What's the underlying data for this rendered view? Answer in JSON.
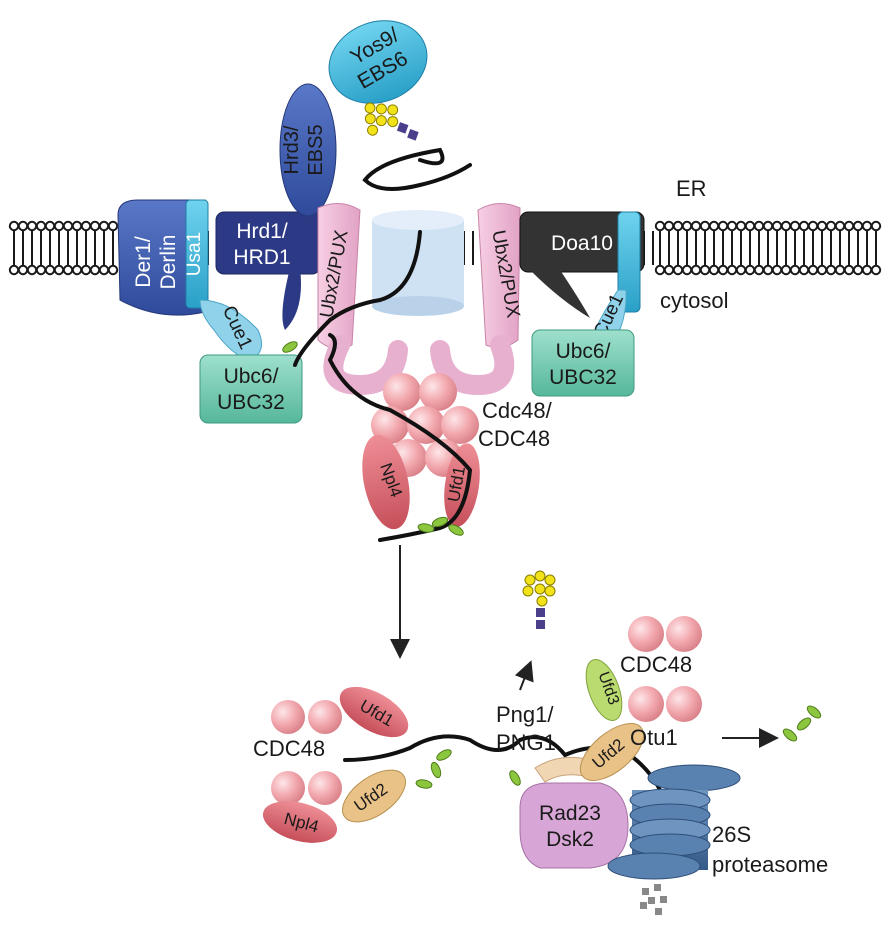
{
  "labels": {
    "yos9": [
      "Yos9/",
      "EBS6"
    ],
    "hrd3": [
      "Hrd3/",
      "EBS5"
    ],
    "er": "ER",
    "cytosol": "cytosol",
    "der1": [
      "Der1/",
      "Derlin"
    ],
    "usa1": "Usa1",
    "hrd1": [
      "Hrd1/",
      "HRD1"
    ],
    "ubx2_left": "Ubx2/PUX",
    "ubx2_right": "Ubx2/PUX",
    "doa10": "Doa10",
    "cue1_left": "Cue1",
    "cue1_right": "Cue1",
    "ubc6_left": [
      "Ubc6/",
      "UBC32"
    ],
    "ubc6_right": [
      "Ubc6/",
      "UBC32"
    ],
    "cdc48_top": [
      "Cdc48/",
      "CDC48"
    ],
    "npl4_top": "Npl4",
    "ufd1_top": "Ufd1",
    "png1": [
      "Png1/",
      "PNG1"
    ],
    "ufd3": "Ufd3",
    "cdc48_right": "CDC48",
    "ufd1_bottom": "Ufd1",
    "cdc48_left": "CDC48",
    "ufd2_left": "Ufd2",
    "npl4_bottom": "Npl4",
    "ufd2_right": "Ufd2",
    "otu1": "Otu1",
    "rad23": [
      "Rad23",
      "Dsk2"
    ],
    "proteasome": [
      "26S",
      "proteasome"
    ]
  },
  "colors": {
    "membrane": "#1a1a1a",
    "yos9": "#3fb8da",
    "hrd3": "#3d5fb0",
    "der1": "#3f57b0",
    "usa1": "#3aa4d6",
    "hrd1": "#2c3a86",
    "doa10": "#333333",
    "cue1": "#7fcbe8",
    "ubc6": "#6cc7b0",
    "ubx2": "#eab3d1",
    "channel": "#cfe2f3",
    "cdc48": "#f2a8ae",
    "npl4": "#d9636e",
    "ufd1": "#d9636e",
    "ufd2": "#e8c287",
    "ufd3": "#b9db6f",
    "png1": "#f0d6b3",
    "rad23": "#d7a6d6",
    "proteasome": "#44709e",
    "ubiquitin": "#8cc63f",
    "glycan_mannose": "#f2e21a",
    "glycan_glcnac": "#4b3f8c"
  },
  "icons": [
    "glycan-icon",
    "ubiquitin-icon",
    "peptide-fragments-icon",
    "arrow-icon"
  ]
}
